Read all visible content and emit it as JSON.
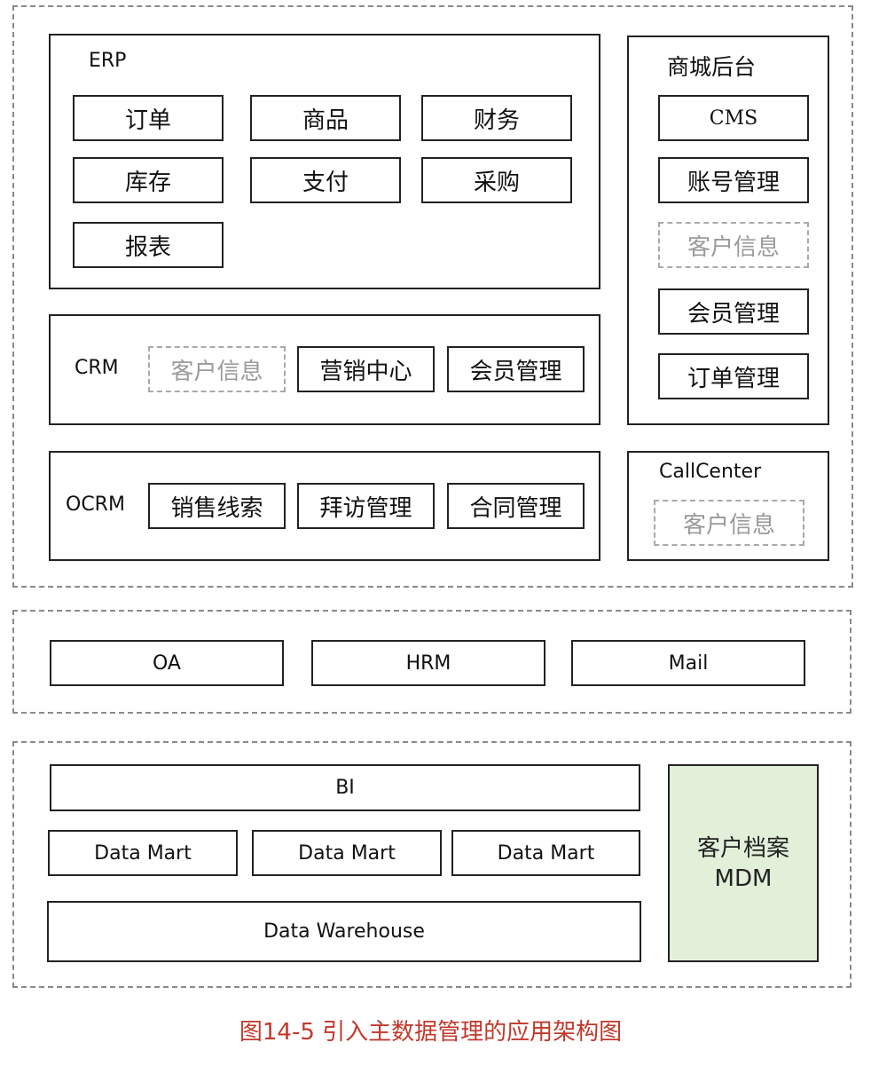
{
  "erp": {
    "label": "ERP",
    "items": [
      "订单",
      "商品",
      "财务",
      "库存",
      "支付",
      "采购",
      "报表"
    ]
  },
  "crm": {
    "label": "CRM",
    "items": [
      "客户信息",
      "营销中心",
      "会员管理"
    ]
  },
  "ocrm": {
    "label": "OCRM",
    "items": [
      "销售线索",
      "拜访管理",
      "合同管理"
    ]
  },
  "mall": {
    "label": "商城后台",
    "items": [
      "CMS",
      "账号管理",
      "客户信息",
      "会员管理",
      "订单管理"
    ]
  },
  "callcenter": {
    "label": "CallCenter",
    "items": [
      "客户信息"
    ]
  },
  "office": {
    "items": [
      "OA",
      "HRM",
      "Mail"
    ]
  },
  "data": {
    "bi": "BI",
    "marts": [
      "Data Mart",
      "Data Mart",
      "Data Mart"
    ],
    "warehouse": "Data Warehouse",
    "mdm": [
      "客户档案",
      "MDM"
    ]
  },
  "caption": "图14-5 引入主数据管理的应用架构图",
  "colors": {
    "caption": "#c0392b",
    "mdm_fill": "#e2efd9",
    "border": "#222222",
    "dashed": "#8a8a8a"
  }
}
